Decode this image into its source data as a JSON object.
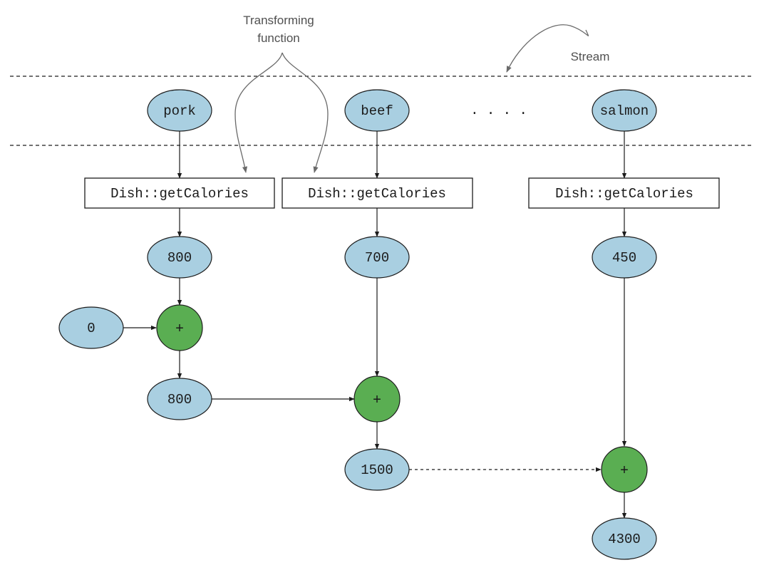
{
  "annotations": {
    "transforming_function_line1": "Transforming",
    "transforming_function_line2": "function",
    "stream": "Stream"
  },
  "stream_elements": [
    "pork",
    "beef",
    "salmon"
  ],
  "ellipsis": ". . . .",
  "mapper_label": "Dish::getCalories",
  "mapped_values": [
    "800",
    "700",
    "450"
  ],
  "reduce": {
    "identity": "0",
    "operator": "+",
    "partial_results": [
      "800",
      "1500"
    ],
    "final_result": "4300"
  }
}
